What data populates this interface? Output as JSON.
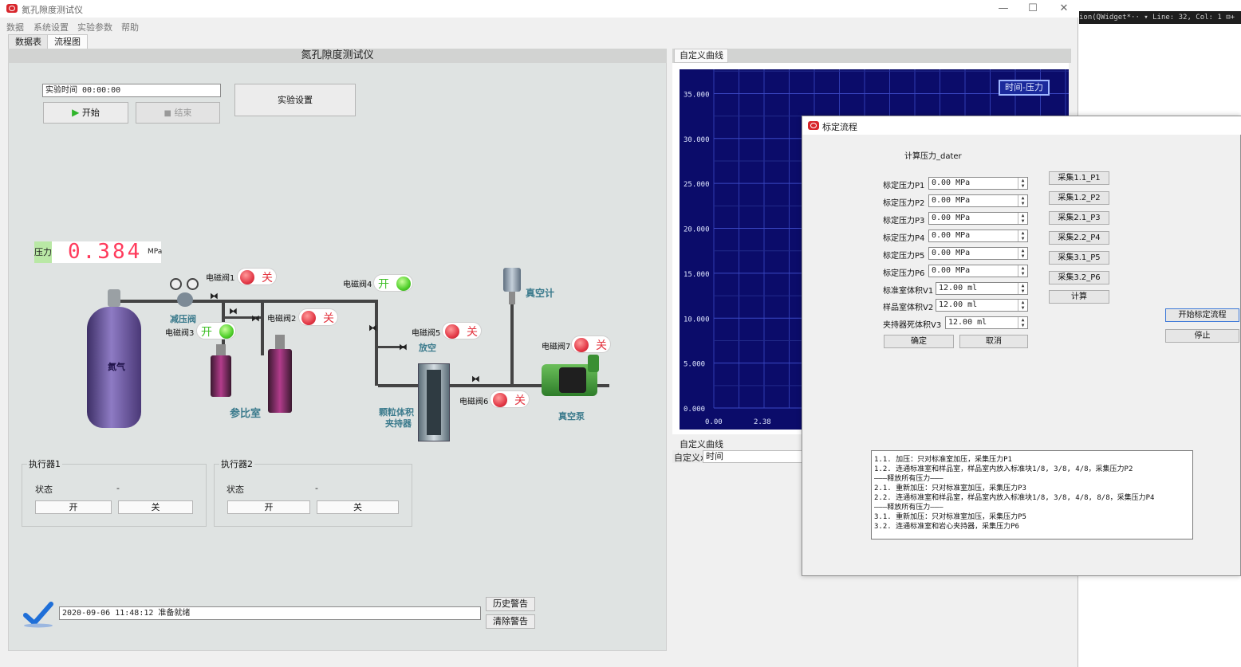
{
  "window": {
    "title": "氮孔隙度测试仪",
    "controls": {
      "minimize": "—",
      "maximize": "☐",
      "close": "✕"
    }
  },
  "menu": [
    "数据",
    "系统设置",
    "实验参数",
    "帮助"
  ],
  "tabs": [
    "数据表",
    "流程图"
  ],
  "flow": {
    "header": "氮孔隙度测试仪",
    "time_field": "实验时间 00:00:00",
    "start_label": "开始",
    "stop_label": "结束",
    "settings_label": "实验设置",
    "pressure_label": "压力",
    "pressure_value": "0.384",
    "pressure_unit": "MPa",
    "valves": {
      "v1": {
        "label": "电磁阀1",
        "state": "关"
      },
      "v2": {
        "label": "电磁阀2",
        "state": "关"
      },
      "v3": {
        "label": "电磁阀3",
        "state": "开"
      },
      "v4": {
        "label": "电磁阀4",
        "state": "开"
      },
      "v5": {
        "label": "电磁阀5",
        "state": "关"
      },
      "v6": {
        "label": "电磁阀6",
        "state": "关"
      },
      "v7": {
        "label": "电磁阀7",
        "state": "关"
      }
    },
    "equipment": {
      "nitrogen": "氮气",
      "regulator": "减压阀",
      "reference": "参比室",
      "vent": "放空",
      "gauge": "真空计",
      "holder_line1": "颗粒体积",
      "holder_line2": "夹持器",
      "pump": "真空泵"
    },
    "actuators": [
      {
        "title": "执行器1",
        "status_label": "状态",
        "status_value": "-",
        "on_label": "开",
        "off_label": "关"
      },
      {
        "title": "执行器2",
        "status_label": "状态",
        "status_value": "-",
        "on_label": "开",
        "off_label": "关"
      }
    ],
    "status": {
      "message": "2020-09-06 11:48:12   准备就绪",
      "history_label": "历史警告",
      "clear_label": "清除警告"
    }
  },
  "curve": {
    "tab_label": "自定义曲线",
    "legend_label": "时间-压力",
    "y_ticks": [
      "35.000",
      "30.000",
      "25.000",
      "20.000",
      "15.000",
      "10.000",
      "5.000",
      "0.000"
    ],
    "x_ticks": [
      "0.00",
      "2.38"
    ],
    "y_range": [
      0,
      37.7
    ],
    "second_label": "自定义曲线",
    "second_row_label": "自定义x",
    "second_row_value": "时间"
  },
  "editor": {
    "text": "ion(QWidget*·· ▾  Line: 32, Col: 1     ⊟+"
  },
  "calibration": {
    "title": "标定流程",
    "subtitle": "计算压力_dater",
    "fields": [
      {
        "label": "标定压力P1",
        "value": "0.00 MPa"
      },
      {
        "label": "标定压力P2",
        "value": "0.00 MPa"
      },
      {
        "label": "标定压力P3",
        "value": "0.00 MPa"
      },
      {
        "label": "标定压力P4",
        "value": "0.00 MPa"
      },
      {
        "label": "标定压力P5",
        "value": "0.00 MPa"
      },
      {
        "label": "标定压力P6",
        "value": "0.00 MPa"
      },
      {
        "label": "标准室体积V1",
        "value": "12.00 ml"
      },
      {
        "label": "样品室体积V2",
        "value": "12.00 ml"
      },
      {
        "label": "夹持器死体积V3",
        "value": "12.00 ml"
      }
    ],
    "collect_buttons": [
      "采集1.1_P1",
      "采集1.2_P2",
      "采集2.1_P3",
      "采集2.2_P4",
      "采集3.1_P5",
      "采集3.2_P6"
    ],
    "compute_label": "计算",
    "start_flow_label": "开始标定流程",
    "stop_label": "停止",
    "ok_label": "确定",
    "cancel_label": "取消",
    "instructions": [
      "1.1. 加压：只对标准室加压，采集压力P1",
      "1.2. 连通标准室和样品室，样品室内放入标准块1/8, 3/8, 4/8，采集压力P2",
      "———释放所有压力———",
      "2.1. 重新加压：只对标准室加压，采集压力P3",
      "2.2. 连通标准室和样品室，样品室内放入标准块1/8, 3/8, 4/8, 8/8，采集压力P4",
      "———释放所有压力———",
      "3.1. 重新加压：只对标准室加压，采集压力P5",
      "3.2. 连通标准室和岩心夹持器，采集压力P6"
    ]
  }
}
